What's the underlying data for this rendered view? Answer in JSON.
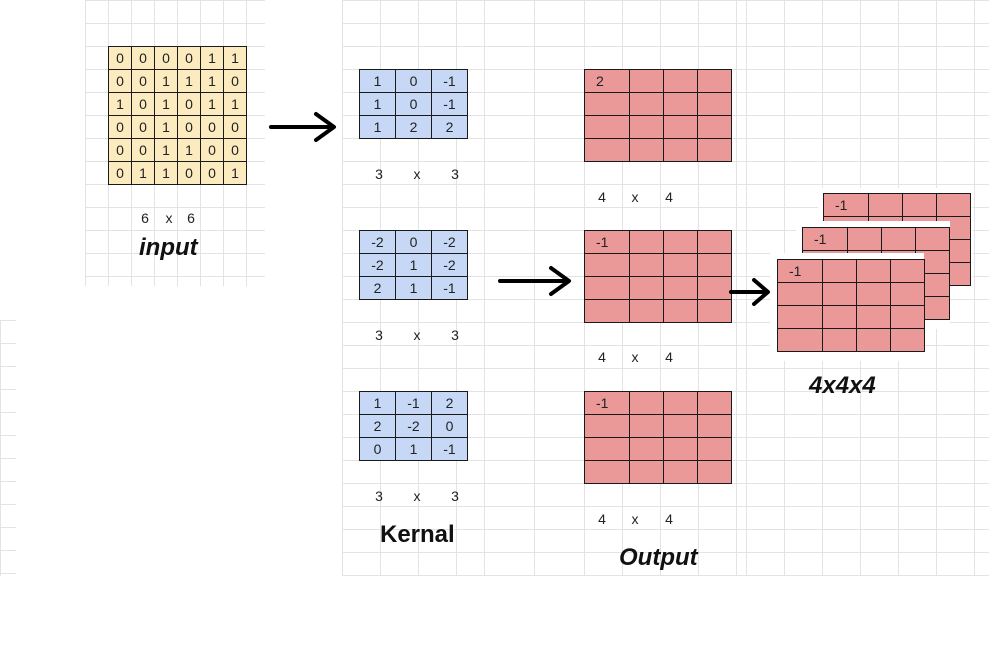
{
  "input": {
    "rows": [
      [
        "0",
        "0",
        "0",
        "0",
        "1",
        "1"
      ],
      [
        "0",
        "0",
        "1",
        "1",
        "1",
        "0"
      ],
      [
        "1",
        "0",
        "1",
        "0",
        "1",
        "1"
      ],
      [
        "0",
        "0",
        "1",
        "0",
        "0",
        "0"
      ],
      [
        "0",
        "0",
        "1",
        "1",
        "0",
        "0"
      ],
      [
        "0",
        "1",
        "1",
        "0",
        "0",
        "1"
      ]
    ],
    "dims": [
      "6",
      "x",
      "6"
    ],
    "label": "input"
  },
  "kernels": [
    {
      "rows": [
        [
          "1",
          "0",
          "-1"
        ],
        [
          "1",
          "0",
          "-1"
        ],
        [
          "1",
          "2",
          "2"
        ]
      ],
      "dims": [
        "3",
        "x",
        "3"
      ]
    },
    {
      "rows": [
        [
          "-2",
          "0",
          "-2"
        ],
        [
          "-2",
          "1",
          "-2"
        ],
        [
          "2",
          "1",
          "-1"
        ]
      ],
      "dims": [
        "3",
        "x",
        "3"
      ]
    },
    {
      "rows": [
        [
          "1",
          "-1",
          "2"
        ],
        [
          "2",
          "-2",
          "0"
        ],
        [
          "0",
          "1",
          "-1"
        ]
      ],
      "dims": [
        "3",
        "x",
        "3"
      ]
    }
  ],
  "kernel_label": "Kernal",
  "outputs": [
    {
      "first": "2",
      "dims": [
        "4",
        "x",
        "4"
      ]
    },
    {
      "first": "-1",
      "dims": [
        "4",
        "x",
        "4"
      ]
    },
    {
      "first": "-1",
      "dims": [
        "4",
        "x",
        "4"
      ]
    }
  ],
  "output_label": "Output",
  "stack": {
    "firsts": [
      "-1",
      "-1",
      "-1"
    ],
    "label": "4x4x4"
  },
  "colors": {
    "input": "#fdebc0",
    "kernel": "#c6d8f6",
    "output": "#ea9898"
  }
}
